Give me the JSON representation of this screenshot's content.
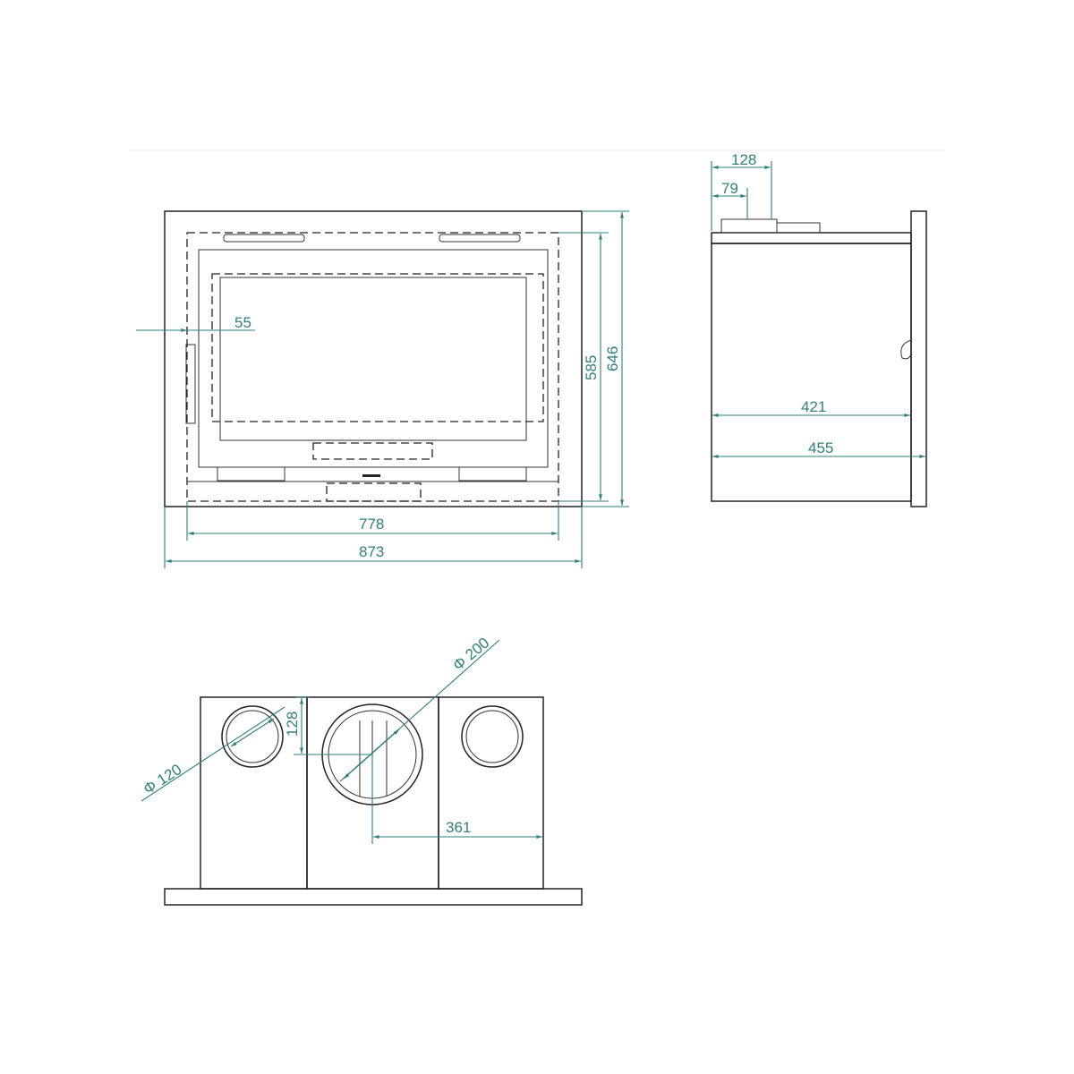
{
  "dimensions": {
    "front_inset": "55",
    "front_inner_height": "585",
    "front_outer_height": "646",
    "front_inner_width": "778",
    "front_outer_width": "873",
    "side_flue_outer": "128",
    "side_flue_center": "79",
    "side_body_depth": "421",
    "side_total_depth": "455",
    "top_small_diameter": "Φ 120",
    "top_flue_offset": "128",
    "top_large_diameter": "Φ 200",
    "top_flue_to_side": "361"
  },
  "colors": {
    "dimension": "#2f7f7c",
    "outline": "#222222"
  }
}
